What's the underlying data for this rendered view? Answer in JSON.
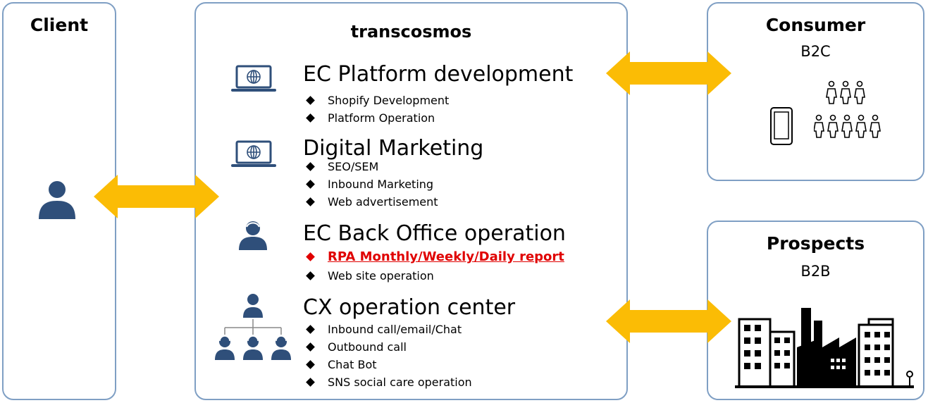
{
  "colors": {
    "border": "#7f9fc4",
    "arrow": "#fbbc05",
    "icon": "#2f4f7a",
    "highlight": "#e00000"
  },
  "client": {
    "title": "Client",
    "icon": "person-icon"
  },
  "transcosmos": {
    "title": "transcosmos",
    "sections": [
      {
        "icon": "laptop-globe-icon",
        "title": "EC Platform development",
        "bullets": [
          "Shopify Development",
          "Platform Operation"
        ]
      },
      {
        "icon": "laptop-globe-icon",
        "title": "Digital Marketing",
        "bullets": [
          "SEO/SEM",
          "Inbound Marketing",
          "Web advertisement"
        ]
      },
      {
        "icon": "operator-icon",
        "title": "EC Back Office operation",
        "bullets": [
          "RPA Monthly/Weekly/Daily report",
          "Web site operation"
        ],
        "highlight_index": 0
      },
      {
        "icon": "org-chart-icon",
        "title": "CX operation center",
        "bullets": [
          "Inbound call/email/Chat",
          "Outbound call",
          "Chat Bot",
          "SNS social care operation"
        ]
      }
    ]
  },
  "consumer": {
    "title": "Consumer",
    "subtitle": "B2C",
    "icons": [
      "smartphone-icon",
      "people-group-icon"
    ]
  },
  "prospects": {
    "title": "Prospects",
    "subtitle": "B2B",
    "icons": [
      "buildings-factory-icon"
    ]
  }
}
